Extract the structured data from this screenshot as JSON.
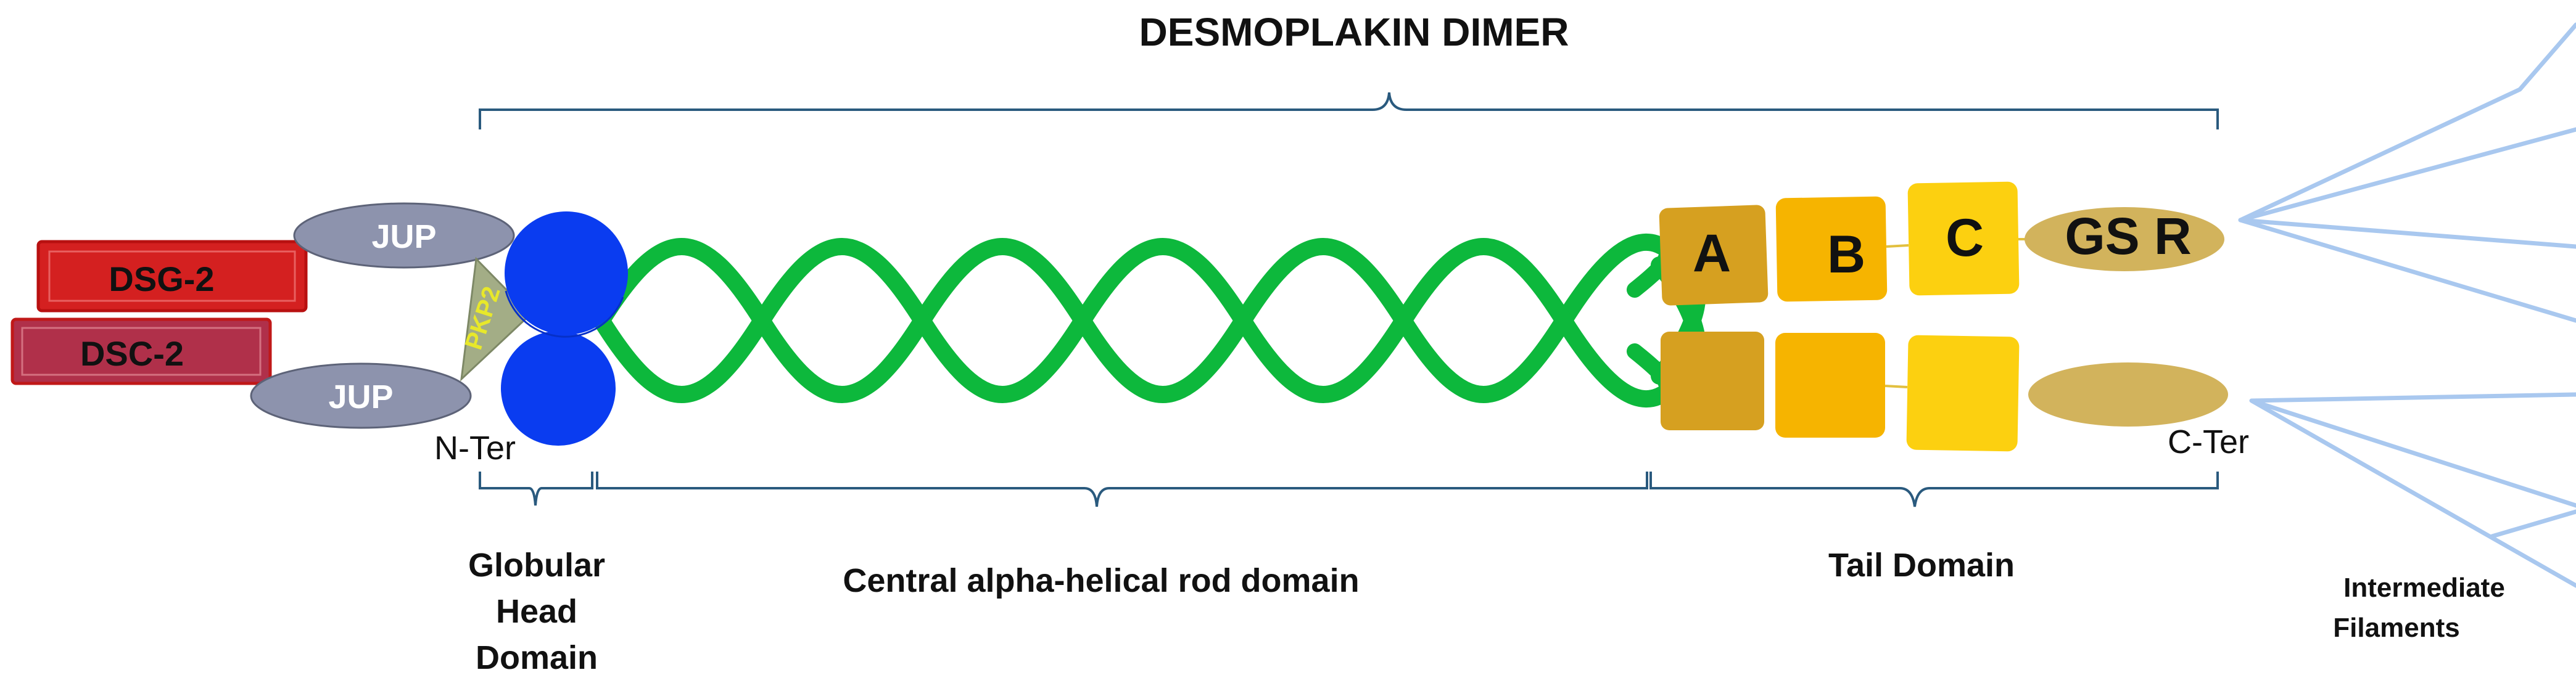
{
  "title": "DESMOPLAKIN DIMER",
  "proteins": {
    "dsg2": "DSG-2",
    "dsc2": "DSC-2",
    "jup_top": "JUP",
    "jup_bottom": "JUP",
    "pkp2": "PKP2",
    "plakin_a": "A",
    "plakin_b": "B",
    "plakin_c": "C",
    "gsr": "GS R"
  },
  "termini": {
    "n_ter": "N-Ter",
    "c_ter": "C-Ter"
  },
  "domains": {
    "head_line1": "Globular",
    "head_line2": "Head",
    "head_line3": "Domain",
    "rod": "Central alpha-helical rod domain",
    "tail": "Tail Domain",
    "if_line1": "Intermediate",
    "if_line2": "Filaments"
  },
  "colors": {
    "dsg_red": "#d42020",
    "dsc_red": "#b0304a",
    "jup_grey": "#8d93ad",
    "head_blue": "#0a3cf0",
    "pkp2_fill": "#a3ad86",
    "pkp2_text": "#e8e82a",
    "helix_green": "#0db83c",
    "box_a": "#d6a020",
    "box_b": "#f6b400",
    "box_c": "#fcd010",
    "gsr_tan": "#d2b35c",
    "bracket": "#2a5a7e",
    "filament_blue": "#a9c8ef"
  }
}
